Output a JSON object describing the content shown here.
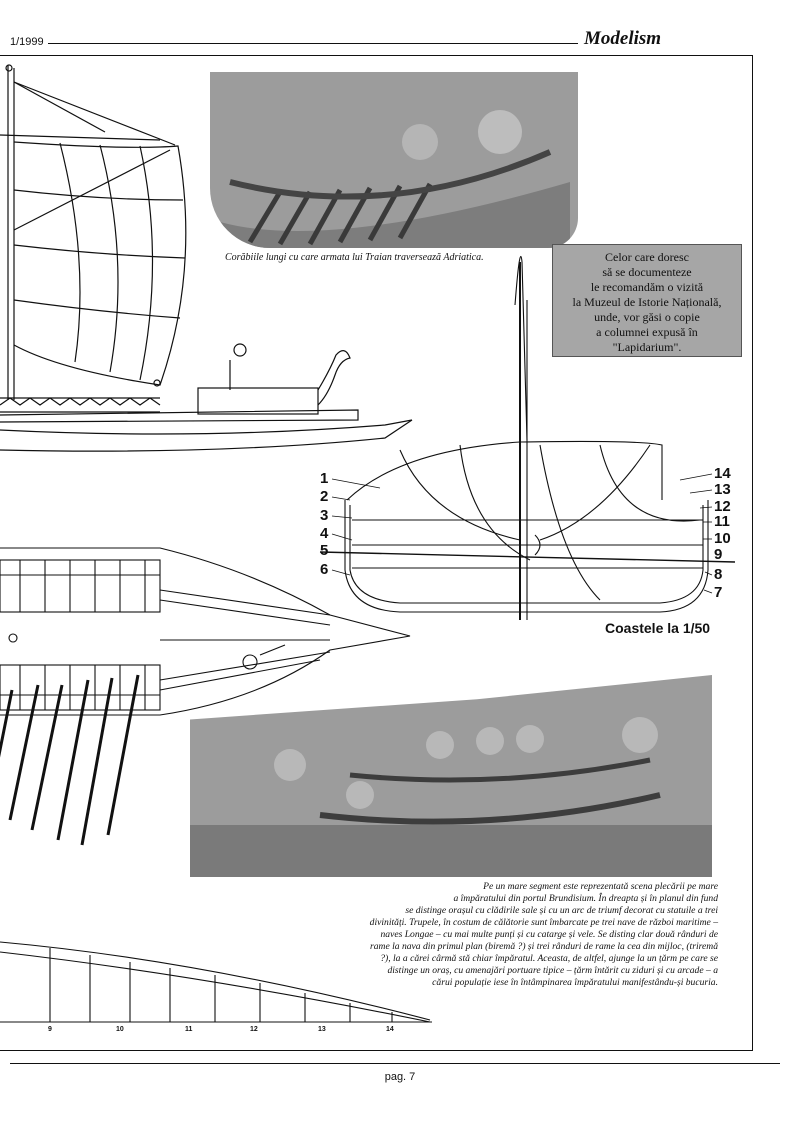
{
  "header": {
    "issue": "1/1999",
    "brand": "Modelism"
  },
  "captions": {
    "relief_top": "Corăbiile lungi cu care armata lui Traian traversează Adriatica.",
    "relief_bottom": [
      "Pe un mare segment este reprezentată scena plecării pe mare",
      "a împăratului din portul Brundisium. În dreapta și în planul din fund",
      "se distinge orașul cu clădirile sale și cu un arc de triumf decorat cu statuile a trei",
      "divinități. Trupele, în costum de călătorie sunt îmbarcate pe trei nave de război maritime –",
      "naves Longae – cu mai multe punți și cu catarge și vele. Se disting clar două rânduri de",
      "rame la nava din primul plan (biremă ?) și trei rânduri de rame la cea din mijloc, (triremă",
      "?), la a cărei cârmă stă chiar împăratul. Aceasta, de altfel, ajunge la un țărm pe care se",
      "distinge un oraș, cu amenajări portuare tipice – țărm întărit cu ziduri și cu arcade – a",
      "cărui populație iese în întâmpinarea împăratului manifestându-și bucuria."
    ]
  },
  "notice": [
    "Celor care doresc",
    "să se documenteze",
    "le recomandăm o vizită",
    "la Muzeul de Istorie Națională,",
    "unde, vor găsi o copie",
    "a columnei expusă în",
    "\"Lapidarium\"."
  ],
  "frames_diagram": {
    "title": "Coastele la 1/50",
    "left_numbers": [
      "1",
      "2",
      "3",
      "4",
      "5",
      "6"
    ],
    "right_numbers": [
      "14",
      "13",
      "12",
      "11",
      "10",
      "9",
      "8",
      "7"
    ]
  },
  "bottom_ticks": [
    "9",
    "10",
    "11",
    "12",
    "13",
    "14"
  ],
  "footer": {
    "page": "pag. 7"
  }
}
